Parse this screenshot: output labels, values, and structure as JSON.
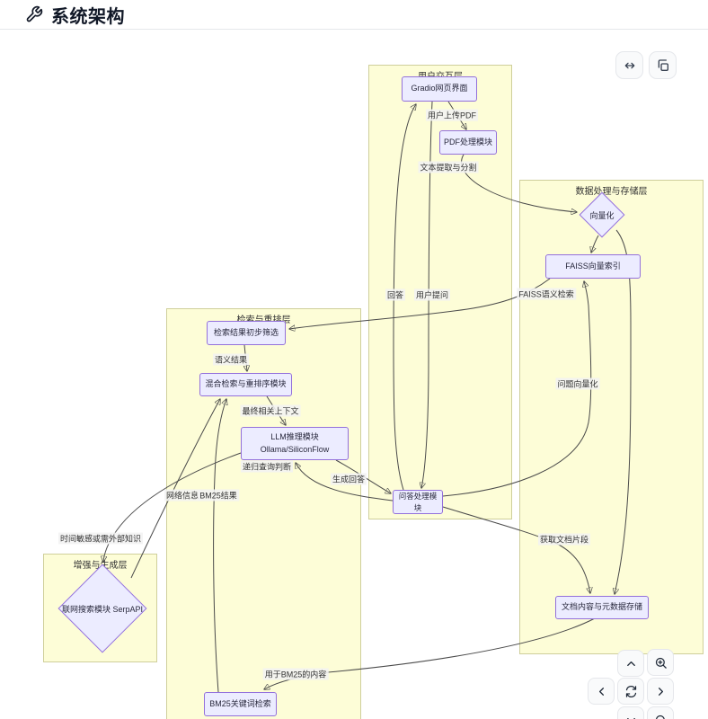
{
  "header": {
    "title": "系统架构",
    "icon": "wrench-icon"
  },
  "toolbar": {
    "expand_icon": "horizontal-expand-icon",
    "copy_icon": "copy-icon"
  },
  "diagram": {
    "clusters": {
      "user": "用户交互层",
      "data": "数据处理与存储层",
      "retrieval": "检索与重排层",
      "augment": "增强与生成层"
    },
    "nodes": {
      "gradio": "Gradio网页界面",
      "pdf": "PDF处理模块",
      "vectorize": "向量化",
      "faiss": "FAISS向量索引",
      "filter": "检索结果初步筛选",
      "hybrid": "混合检索与重排序模块",
      "llm_line1": "LLM推理模块",
      "llm_line2": "Ollama/SiliconFlow",
      "qa": "问答处理模块",
      "web": "联网搜索模块 SerpAPI",
      "docstore": "文档内容与元数据存储",
      "bm25": "BM25关键词检索"
    },
    "edge_labels": {
      "upload": "用户上传PDF",
      "extract": "文本提取与分割",
      "faiss_search": "FAISS语义检索",
      "answer": "回答",
      "question": "用户提问",
      "q_vectorize": "问题向量化",
      "semantic_results": "语义结果",
      "final_context": "最终相关上下文",
      "recursive_query": "递归查询判断",
      "gen_answer": "生成回答",
      "web_info": "网络信息",
      "bm25_results": "BM25结果",
      "time_sensitive": "时间敏感或需外部知识",
      "get_fragments": "获取文档片段",
      "bm25_content": "用于BM25的内容"
    },
    "colors": {
      "node_fill": "#ECECFF",
      "node_border": "#9370DB",
      "cluster_fill": "#FDFDD7",
      "cluster_border": "#CFCF9B",
      "edge": "#4A4A4A"
    }
  },
  "controls": {
    "icons": [
      "chevron-up-icon",
      "zoom-in-icon",
      "chevron-left-icon",
      "reset-view-icon",
      "chevron-right-icon",
      "chevron-down-icon",
      "zoom-out-icon"
    ]
  }
}
